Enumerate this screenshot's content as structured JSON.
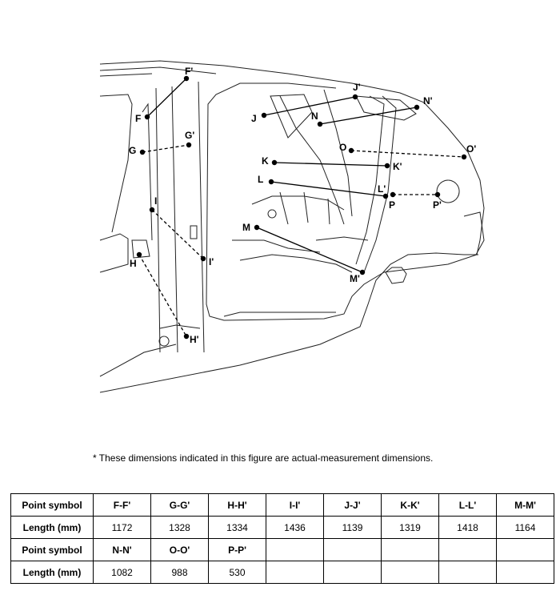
{
  "diagram": {
    "labels": {
      "F": "F",
      "F_prime": "F'",
      "G": "G",
      "G_prime": "G'",
      "H": "H",
      "H_prime": "H'",
      "I": "I",
      "I_prime": "I'",
      "J": "J",
      "J_prime": "J'",
      "K": "K",
      "K_prime": "K'",
      "L": "L",
      "L_prime": "L'",
      "M": "M",
      "M_prime": "M'",
      "N": "N",
      "N_prime": "N'",
      "O": "O",
      "O_prime": "O'",
      "P": "P",
      "P_prime": "P'"
    }
  },
  "note": "*  These dimensions indicated in this figure are actual-measurement dimensions.",
  "table": {
    "header_label": "Point symbol",
    "length_label": "Length (mm)",
    "row1": {
      "symbols": [
        "F-F'",
        "G-G'",
        "H-H'",
        "I-I'",
        "J-J'",
        "K-K'",
        "L-L'",
        "M-M'"
      ],
      "lengths": [
        "1172",
        "1328",
        "1334",
        "1436",
        "1139",
        "1319",
        "1418",
        "1164"
      ]
    },
    "row2": {
      "symbols": [
        "N-N'",
        "O-O'",
        "P-P'",
        "",
        "",
        "",
        "",
        ""
      ],
      "lengths": [
        "1082",
        "988",
        "530",
        "",
        "",
        "",
        "",
        ""
      ]
    }
  }
}
